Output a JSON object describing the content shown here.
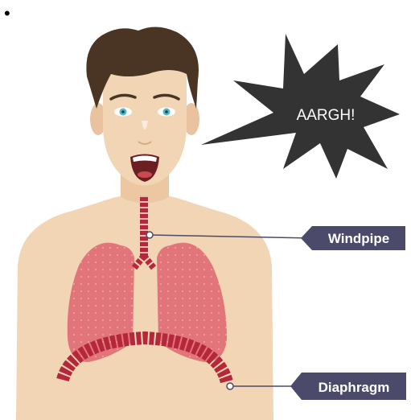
{
  "bullet": "•",
  "exclamation": "AARGH!",
  "labels": {
    "windpipe": "Windpipe",
    "diaphragm": "Diaphragm"
  },
  "colors": {
    "skin": "#f2d5b4",
    "skin_shadow": "#e4c09c",
    "hair": "#4a3525",
    "lungs": "#e27579",
    "lung_dots": "#f2a7a7",
    "airway": "#b5283c",
    "callout_bg": "#4c4a6b",
    "burst": "#333333",
    "mouth": "#6b1f23",
    "eyes": "#4fb8c9"
  }
}
